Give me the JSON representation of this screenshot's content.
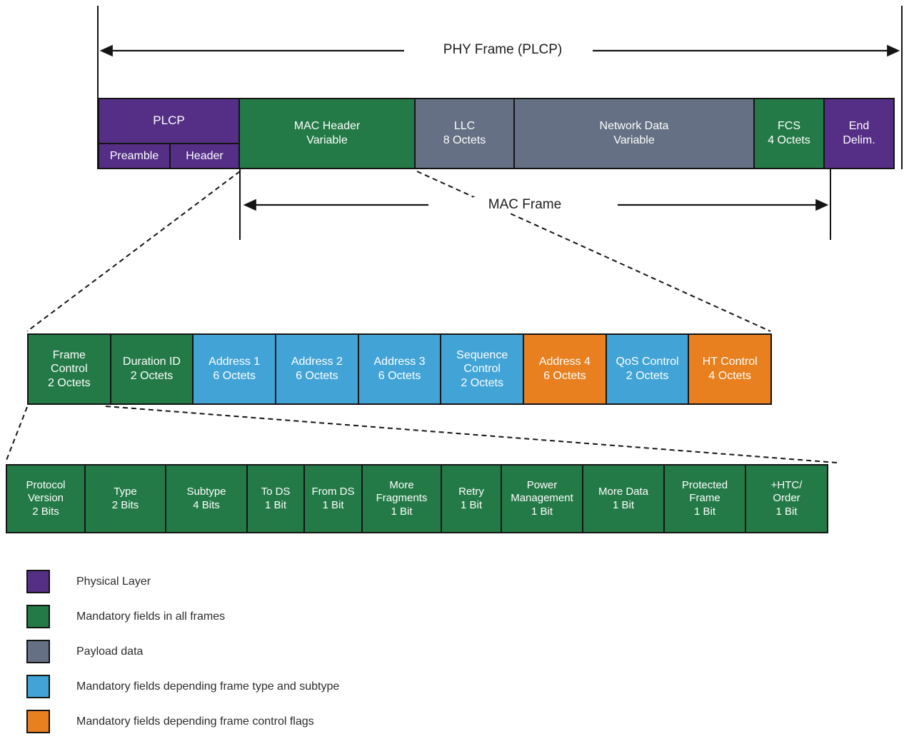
{
  "labels": {
    "phy_frame": "PHY Frame (PLCP)",
    "mac_frame": "MAC Frame"
  },
  "colors": {
    "physical": "#552e86",
    "mandatory": "#237a46",
    "payload": "#657084",
    "type_subtype": "#42a4d6",
    "control_flags": "#e8801f",
    "line": "#141414"
  },
  "phy_row": {
    "plcp": {
      "label": "PLCP",
      "sub_fields": [
        "Preamble",
        "Header"
      ],
      "category": "physical"
    },
    "fields": [
      {
        "text": "MAC Header\nVariable",
        "category": "mandatory"
      },
      {
        "text": "LLC\n8 Octets",
        "category": "payload"
      },
      {
        "text": "Network Data\nVariable",
        "category": "payload"
      },
      {
        "text": "FCS\n4 Octets",
        "category": "mandatory"
      },
      {
        "text": "End\nDelim.",
        "category": "physical"
      }
    ]
  },
  "mac_header_row": {
    "fields": [
      {
        "text": "Frame\nControl\n2 Octets",
        "category": "mandatory"
      },
      {
        "text": "Duration ID\n2 Octets",
        "category": "mandatory"
      },
      {
        "text": "Address 1\n6 Octets",
        "category": "type_subtype"
      },
      {
        "text": "Address 2\n6 Octets",
        "category": "type_subtype"
      },
      {
        "text": "Address 3\n6 Octets",
        "category": "type_subtype"
      },
      {
        "text": "Sequence\nControl\n2 Octets",
        "category": "type_subtype"
      },
      {
        "text": "Address 4\n6 Octets",
        "category": "control_flags"
      },
      {
        "text": "QoS Control\n2 Octets",
        "category": "type_subtype"
      },
      {
        "text": "HT Control\n4 Octets",
        "category": "control_flags"
      }
    ]
  },
  "frame_control_row": {
    "fields": [
      {
        "text": "Protocol\nVersion\n2 Bits",
        "category": "mandatory"
      },
      {
        "text": "Type\n2 Bits",
        "category": "mandatory"
      },
      {
        "text": "Subtype\n4 Bits",
        "category": "mandatory"
      },
      {
        "text": "To DS\n1 Bit",
        "category": "mandatory"
      },
      {
        "text": "From DS\n1 Bit",
        "category": "mandatory"
      },
      {
        "text": "More\nFragments\n1 Bit",
        "category": "mandatory"
      },
      {
        "text": "Retry\n1 Bit",
        "category": "mandatory"
      },
      {
        "text": "Power\nManagement\n1 Bit",
        "category": "mandatory"
      },
      {
        "text": "More Data\n1 Bit",
        "category": "mandatory"
      },
      {
        "text": "Protected\nFrame\n1 Bit",
        "category": "mandatory"
      },
      {
        "text": "+HTC/\nOrder\n1 Bit",
        "category": "mandatory"
      }
    ]
  },
  "legend": {
    "items": [
      {
        "label": "Physical Layer",
        "category": "physical",
        "color": "#552e86"
      },
      {
        "label": "Mandatory fields in all frames",
        "category": "mandatory",
        "color": "#237a46"
      },
      {
        "label": "Payload data",
        "category": "payload",
        "color": "#657084"
      },
      {
        "label": "Mandatory fields depending frame type and subtype",
        "category": "type_subtype",
        "color": "#42a4d6"
      },
      {
        "label": "Mandatory fields depending frame control flags",
        "category": "control_flags",
        "color": "#e8801f"
      }
    ]
  }
}
